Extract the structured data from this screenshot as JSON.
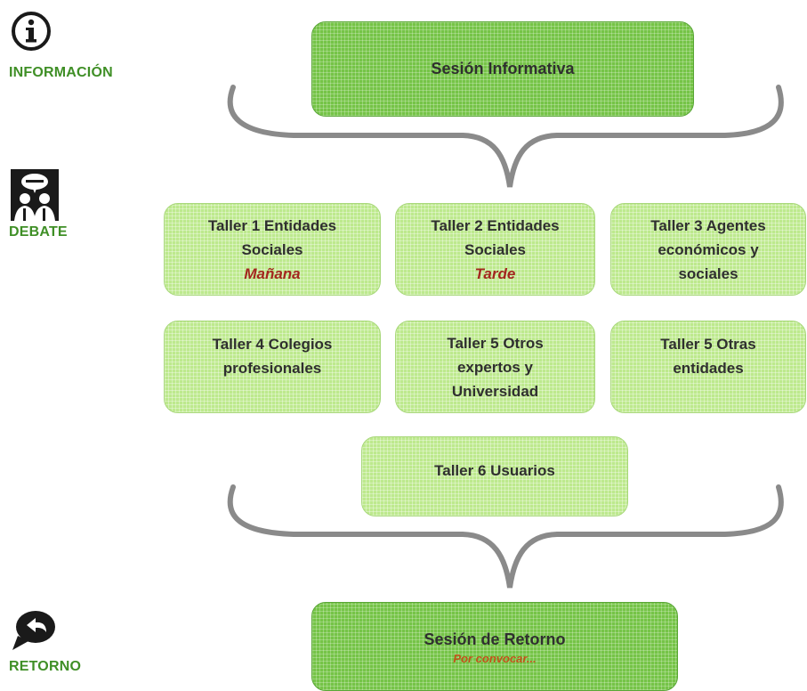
{
  "side": {
    "info_label": "INFORMACIÓN",
    "debate_label": "DEBATE",
    "retorno_label": "RETORNO",
    "icons": [
      "info-icon",
      "debate-people-icon",
      "return-speech-bubble-icon"
    ]
  },
  "colors": {
    "label_green": "#3f8f26",
    "box_light": "#bde98d",
    "box_dark": "#75c447",
    "subtitle_red": "#a3261e",
    "brace_gray": "#8a8a8a"
  },
  "nodes": {
    "info": {
      "title": "Sesión Informativa"
    },
    "t1": {
      "lines": [
        "Taller 1 Entidades",
        "Sociales"
      ],
      "note": "Mañana"
    },
    "t2": {
      "lines": [
        "Taller 2 Entidades",
        "Sociales"
      ],
      "note": "Tarde"
    },
    "t3": {
      "lines": [
        "Taller 3 Agentes",
        "económicos y",
        "sociales"
      ]
    },
    "t4": {
      "lines": [
        "Taller 4 Colegios",
        "profesionales"
      ]
    },
    "t5a": {
      "lines": [
        "Taller 5 Otros",
        "expertos y",
        "Universidad"
      ]
    },
    "t5b": {
      "lines": [
        "Taller 5 Otras",
        "entidades"
      ]
    },
    "t6": {
      "lines": [
        "Taller 6 Usuarios"
      ]
    },
    "retorno": {
      "title": "Sesión de Retorno",
      "note": "Por convocar..."
    }
  }
}
